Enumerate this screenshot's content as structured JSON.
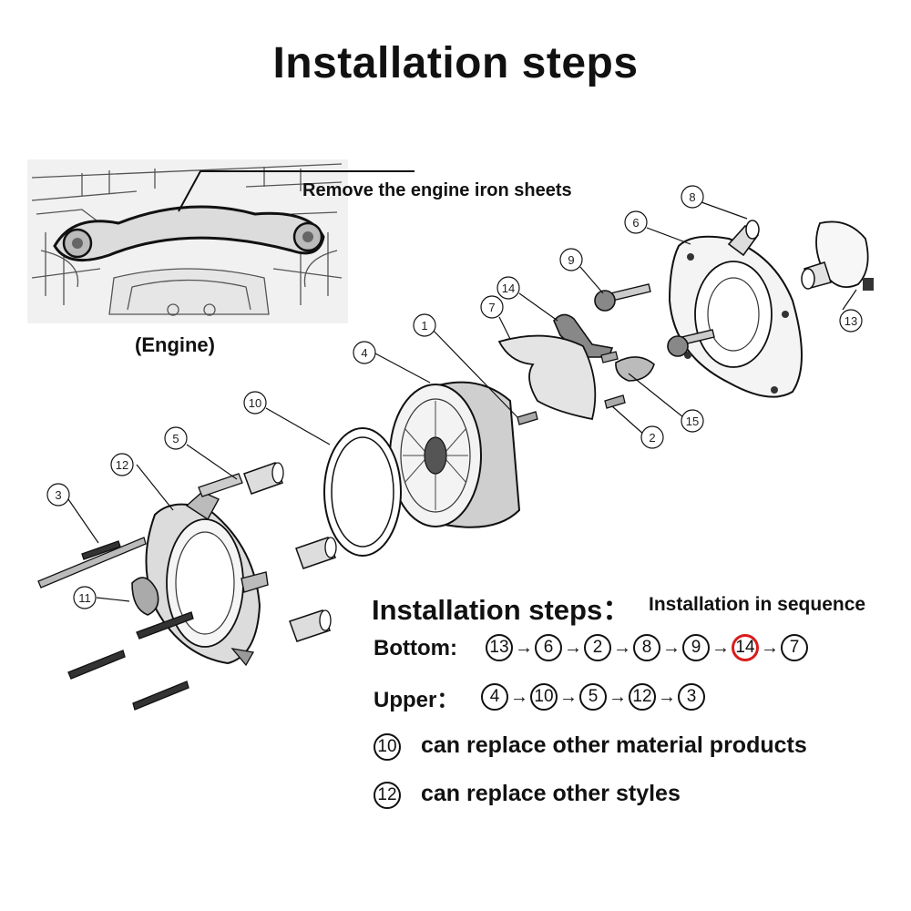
{
  "title": "Installation steps",
  "engine": {
    "callout": "Remove the engine iron sheets",
    "caption": "(Engine)"
  },
  "part_labels": [
    "8",
    "6",
    "9",
    "14",
    "7",
    "13",
    "1",
    "4",
    "15",
    "2",
    "10",
    "5",
    "12",
    "3",
    "11"
  ],
  "steps": {
    "heading": "Installation steps：",
    "subheading": "Installation in sequence",
    "bottom_label": "Bottom:",
    "bottom_sequence": [
      "13",
      "6",
      "2",
      "8",
      "9",
      "14",
      "7"
    ],
    "bottom_highlight": "14",
    "upper_label": "Upper：",
    "upper_sequence": [
      "4",
      "10",
      "5",
      "12",
      "3"
    ],
    "arrow": "→",
    "highlight_color": "#d91c1c"
  },
  "notes": [
    {
      "number": "10",
      "text": "can replace other material products"
    },
    {
      "number": "12",
      "text": "can replace other styles"
    }
  ]
}
